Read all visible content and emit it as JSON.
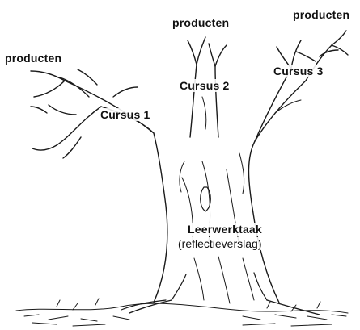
{
  "diagram": {
    "trunk_label": "Leerwerktaak",
    "trunk_sublabel": "(reflectieverslag)",
    "branches": [
      {
        "label": "Cursus 1",
        "tip_label": "producten"
      },
      {
        "label": "Cursus 2",
        "tip_label": "producten"
      },
      {
        "label": "Cursus 3",
        "tip_label": "producten"
      }
    ],
    "colors": {
      "ink": "#1a1a1a",
      "background": "#ffffff"
    }
  }
}
